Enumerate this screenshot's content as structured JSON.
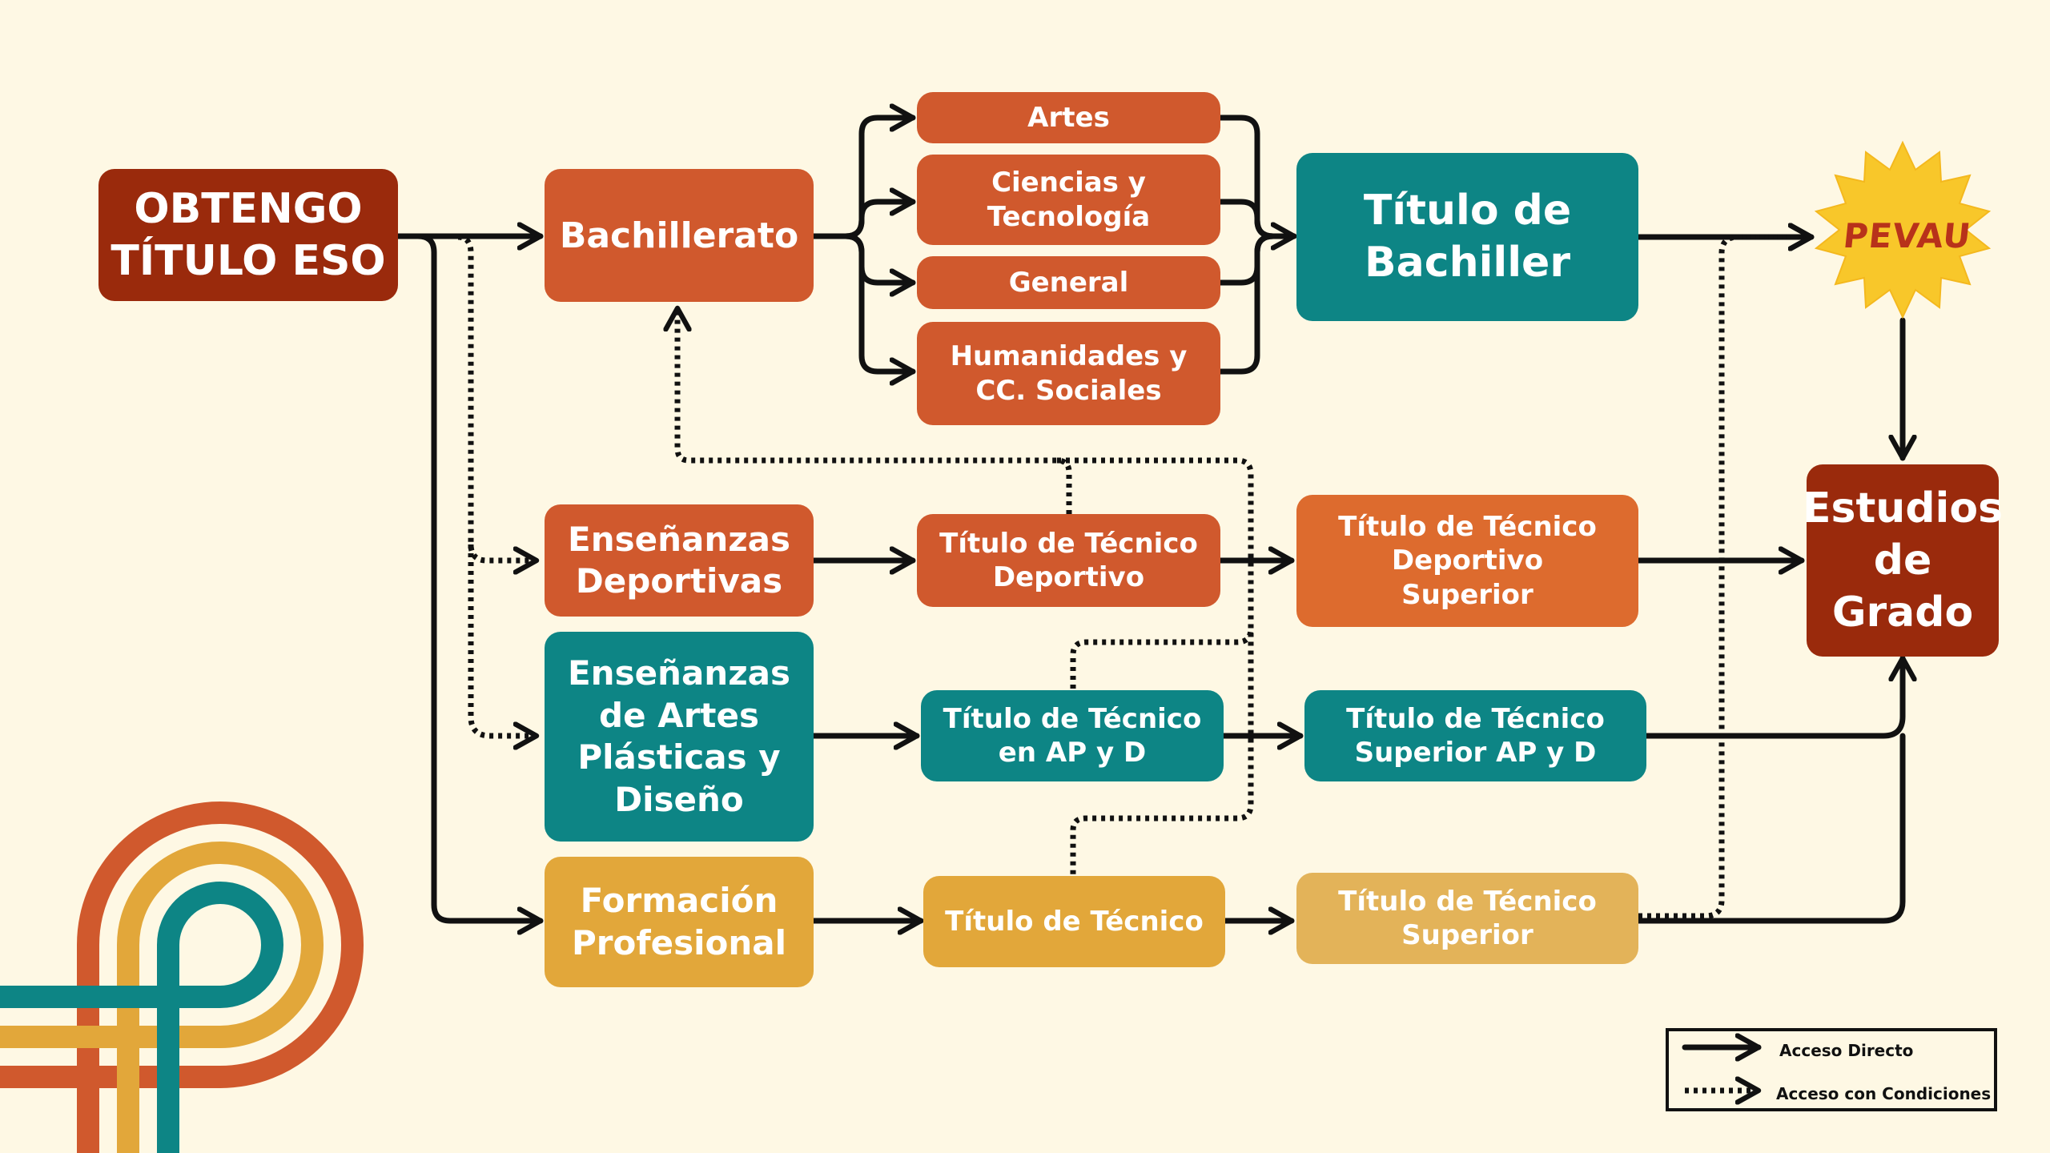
{
  "nodes": {
    "eso": "OBTENGO TÍTULO ESO",
    "bachillerato": "Bachillerato",
    "artes": "Artes",
    "ciencias": "Ciencias y Tecnología",
    "general": "General",
    "humanidades": "Humanidades y CC. Sociales",
    "titulo_bachiller": "Título de Bachiller",
    "pevau": "PEVAU",
    "estudios_grado": "Estudios de Grado",
    "ens_deportivas": "Enseñanzas Deportivas",
    "tit_tec_deportivo": "Título de Técnico Deportivo",
    "tit_tec_dep_sup": "Título de Técnico Deportivo Superior",
    "ens_artes": "Enseñanzas de Artes Plásticas y Diseño",
    "tit_tec_apyd": "Título de Técnico en AP y D",
    "tit_tec_sup_apyd": "Título de Técnico Superior AP y D",
    "fp": "Formación Profesional",
    "tit_tecnico": "Título de Técnico",
    "tit_tec_superior": "Título de Técnico Superior"
  },
  "legend": {
    "direct": "Acceso Directo",
    "conditional": "Acceso con Condiciones"
  },
  "colors": {
    "background": "#fef8e4",
    "dark_red": "#9a2a0c",
    "orange": "#d0592d",
    "teal": "#0d8585",
    "gold": "#e2a73a",
    "seal_yellow": "#f8c72a"
  }
}
